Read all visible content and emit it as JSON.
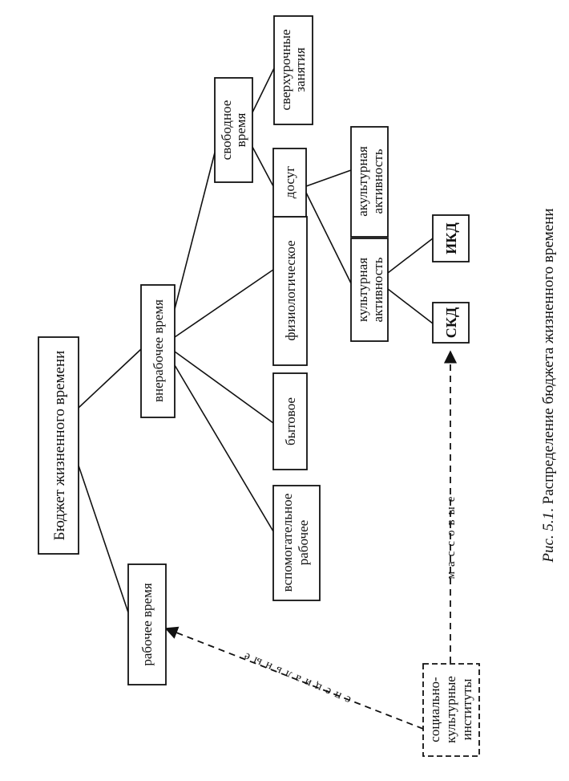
{
  "diagram": {
    "root": "Бюджет жизненного времени",
    "work_time": "рабочее время",
    "nonwork_time": "внерабочее время",
    "aux_work": [
      "вспомогательное",
      "рабочее"
    ],
    "household": "бытовое",
    "physiological": "физиологическое",
    "free_time": [
      "свободное",
      "время"
    ],
    "overtime": [
      "сверхурочные",
      "занятия"
    ],
    "leisure": "досуг",
    "acultural": [
      "акультурная",
      "активность"
    ],
    "cultural": [
      "культурная",
      "активность"
    ],
    "skd": "СКД",
    "ikd": "ИКД",
    "institutes": [
      "социально-",
      "культурные",
      "институты"
    ],
    "mass_label": "массовые",
    "special_label": "специальные"
  },
  "caption": {
    "fig": "Рис. 5.1",
    "text": ". Распределение бюджета жизненного времени"
  }
}
